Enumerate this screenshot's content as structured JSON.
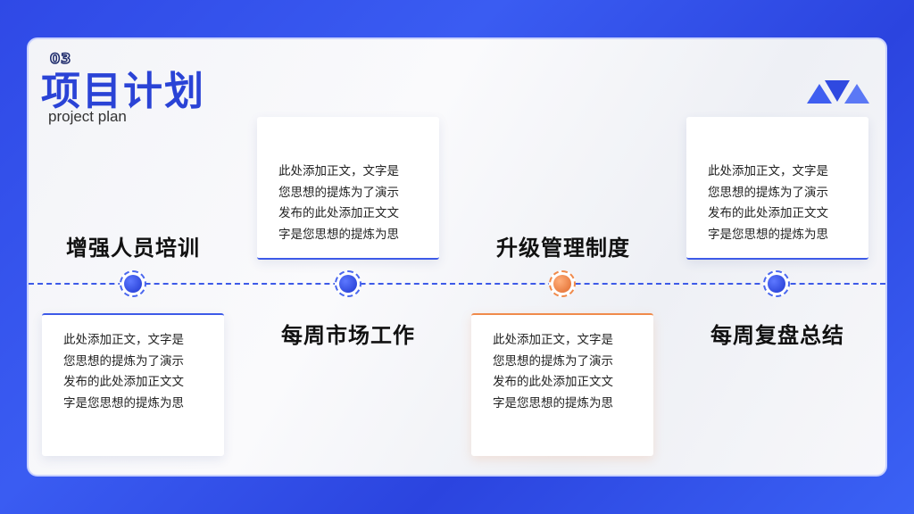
{
  "header": {
    "number": "03",
    "title": "项目计划",
    "subtitle": "project plan"
  },
  "colors": {
    "primary": "#2a43d6",
    "accent_orange": "#f08a4b",
    "background_blue": "#3a5cf2"
  },
  "logo": {
    "icon": "triangles-logo-icon"
  },
  "steps": [
    {
      "heading": "增强人员培训",
      "text": "此处添加正文，文字是\n您思想的提炼为了演示\n发布的此处添加正文文\n字是您思想的提炼为思",
      "highlight": false
    },
    {
      "heading": "每周市场工作",
      "text": "此处添加正文，文字是\n您思想的提炼为了演示\n发布的此处添加正文文\n字是您思想的提炼为思",
      "highlight": false
    },
    {
      "heading": "升级管理制度",
      "text": "此处添加正文，文字是\n您思想的提炼为了演示\n发布的此处添加正文文\n字是您思想的提炼为思",
      "highlight": true
    },
    {
      "heading": "每周复盘总结",
      "text": "此处添加正文，文字是\n您思想的提炼为了演示\n发布的此处添加正文文\n字是您思想的提炼为思",
      "highlight": false
    }
  ]
}
